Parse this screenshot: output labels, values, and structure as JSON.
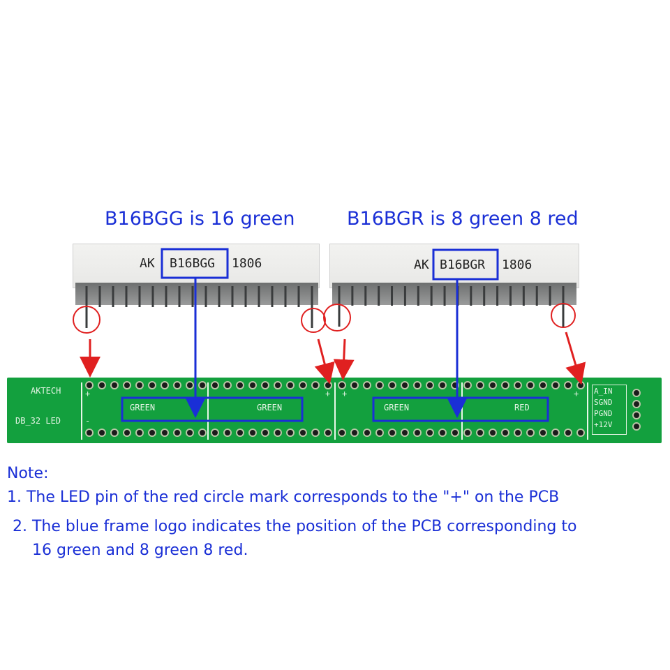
{
  "captions": {
    "left": "B16BGG is 16 green",
    "right": "B16BGR is 8 green 8 red"
  },
  "modules": {
    "left": {
      "brand": "AK",
      "part": "B16BGG",
      "date": "1806"
    },
    "right": {
      "brand": "AK",
      "part": "B16BGR",
      "date": "1806"
    }
  },
  "pcb": {
    "maker": "AKTECH",
    "model": "DB_32 LED",
    "labels": [
      "GREEN",
      "GREEN",
      "GREEN",
      "RED"
    ],
    "plus": "+",
    "minus": "-",
    "pins": [
      "A_IN",
      "SGND",
      "PGND",
      "+12V"
    ]
  },
  "notes": {
    "title": "Note:",
    "line1": "1. The LED pin of the red circle mark corresponds to the \"+\" on the PCB",
    "line2": "2. The blue frame logo indicates the position of the PCB corresponding to",
    "line2_cont": "16 green and 8 green 8 red."
  },
  "colors": {
    "annotation_blue": "#1a2fd6",
    "annotation_red": "#e02020",
    "pcb_green": "#13a03e"
  }
}
